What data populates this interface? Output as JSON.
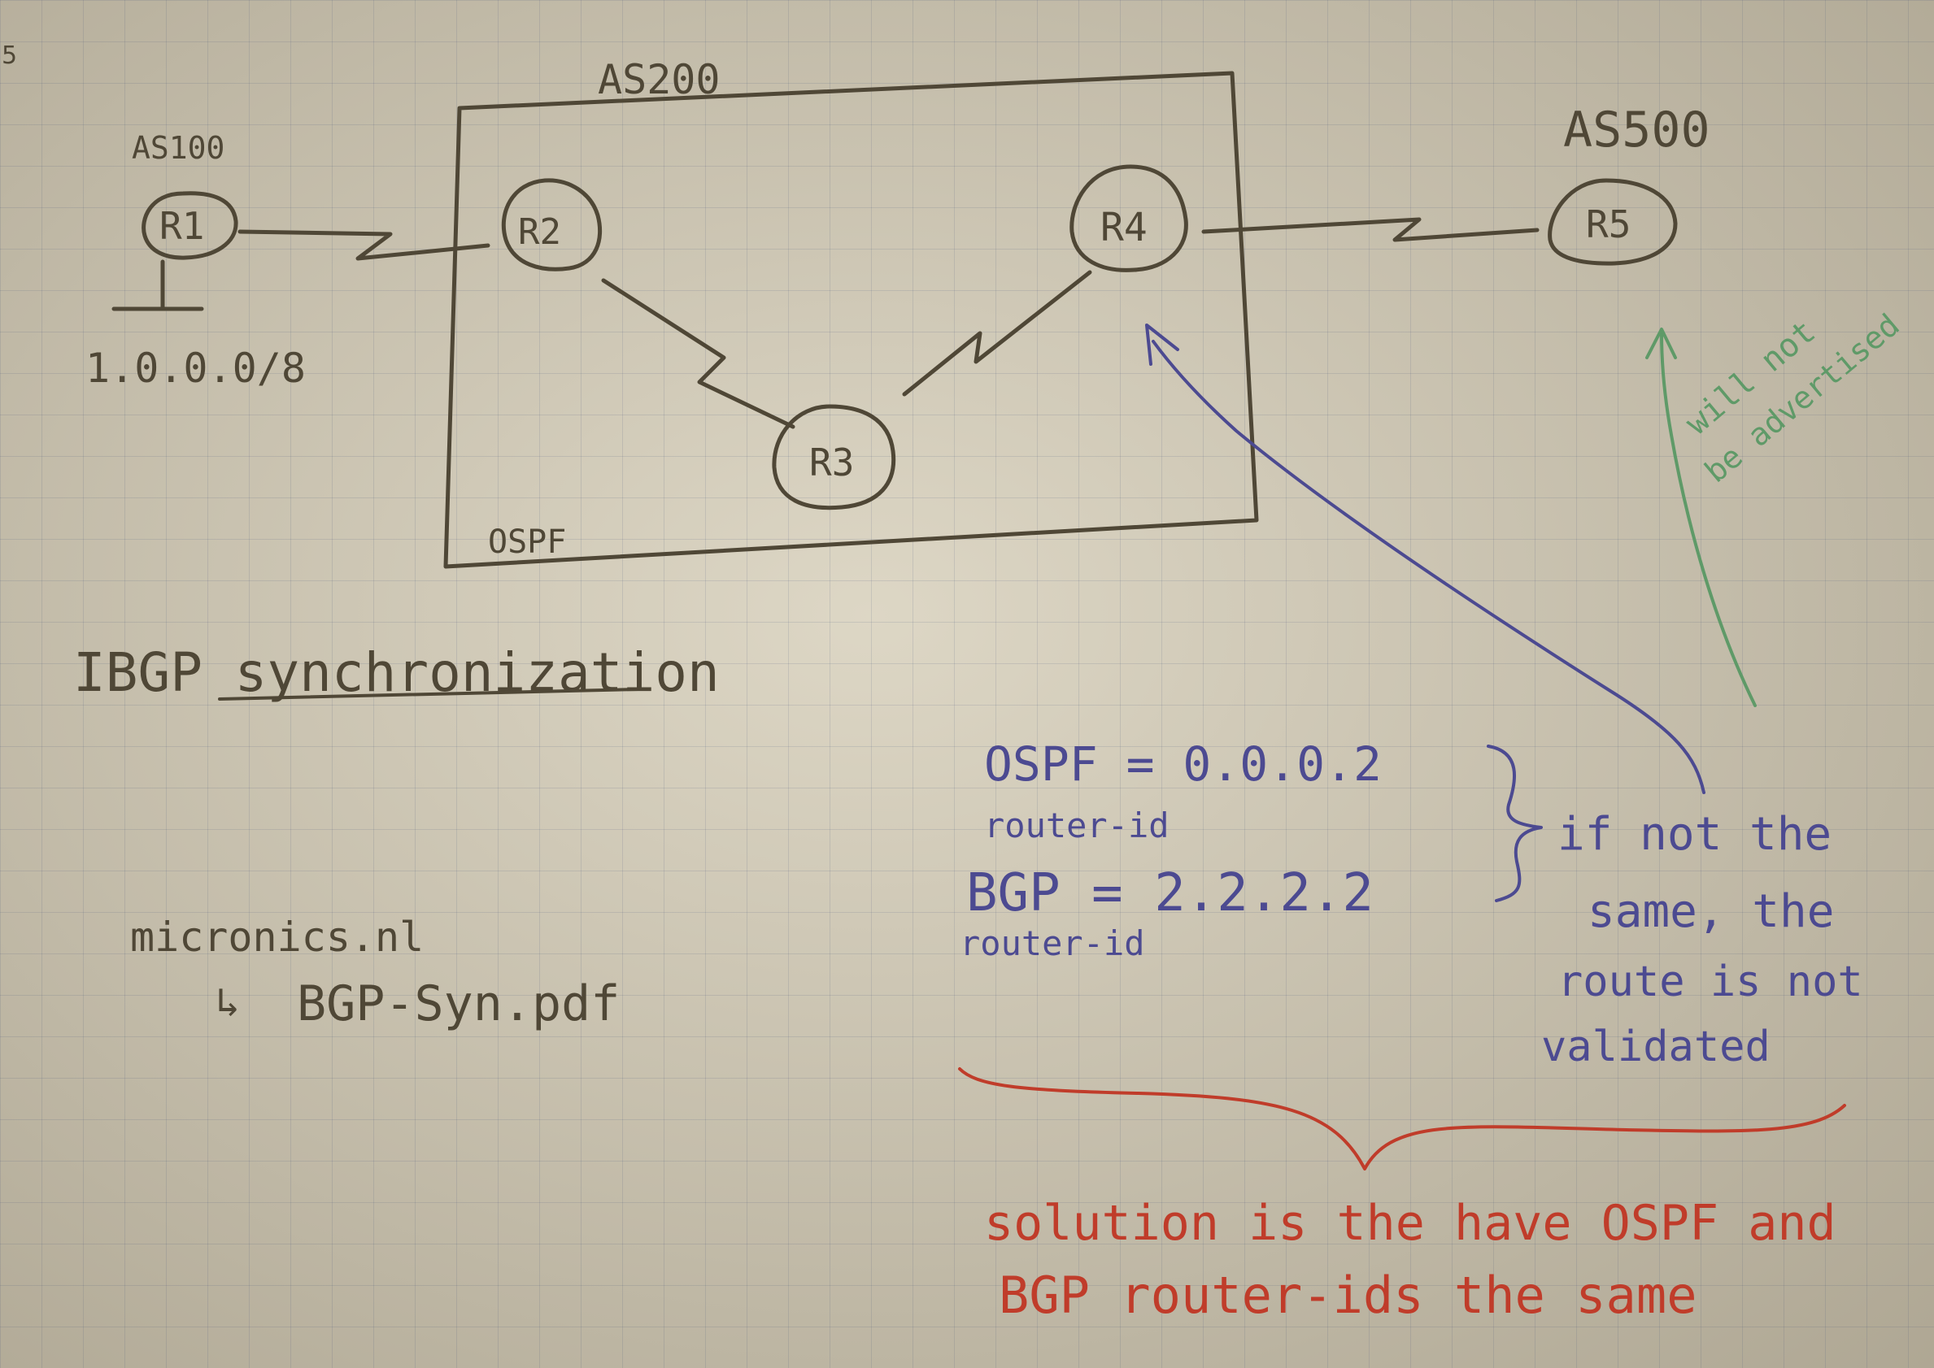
{
  "page_marker": "5",
  "colors": {
    "pencil": "#4f4736",
    "purple": "#4c4a91",
    "green": "#5f9a68",
    "red": "#c03c2a"
  },
  "autonomous_systems": {
    "as100": "AS100",
    "as200": "AS200",
    "as500": "AS500"
  },
  "routers": {
    "r1": "R1",
    "r2": "R2",
    "r3": "R3",
    "r4": "R4",
    "r5": "R5"
  },
  "network_prefix": "1.0.0.0/8",
  "igp_label": "OSPF",
  "title": "IBGP synchronization",
  "reference": {
    "site": "micronics.nl",
    "file": "BGP-Syn.pdf",
    "arrow_glyph": "↳"
  },
  "router_ids": {
    "ospf_line": "OSPF = 0.0.0.2",
    "ospf_sub": "router-id",
    "bgp_line": "BGP = 2.2.2.2",
    "bgp_sub": "router-id"
  },
  "note_purple": [
    "if not the",
    "same, the",
    "route is not",
    "validated"
  ],
  "note_green": [
    "will not",
    "be advertised"
  ],
  "note_red": [
    "solution is the have OSPF and",
    "BGP router-ids the same"
  ]
}
